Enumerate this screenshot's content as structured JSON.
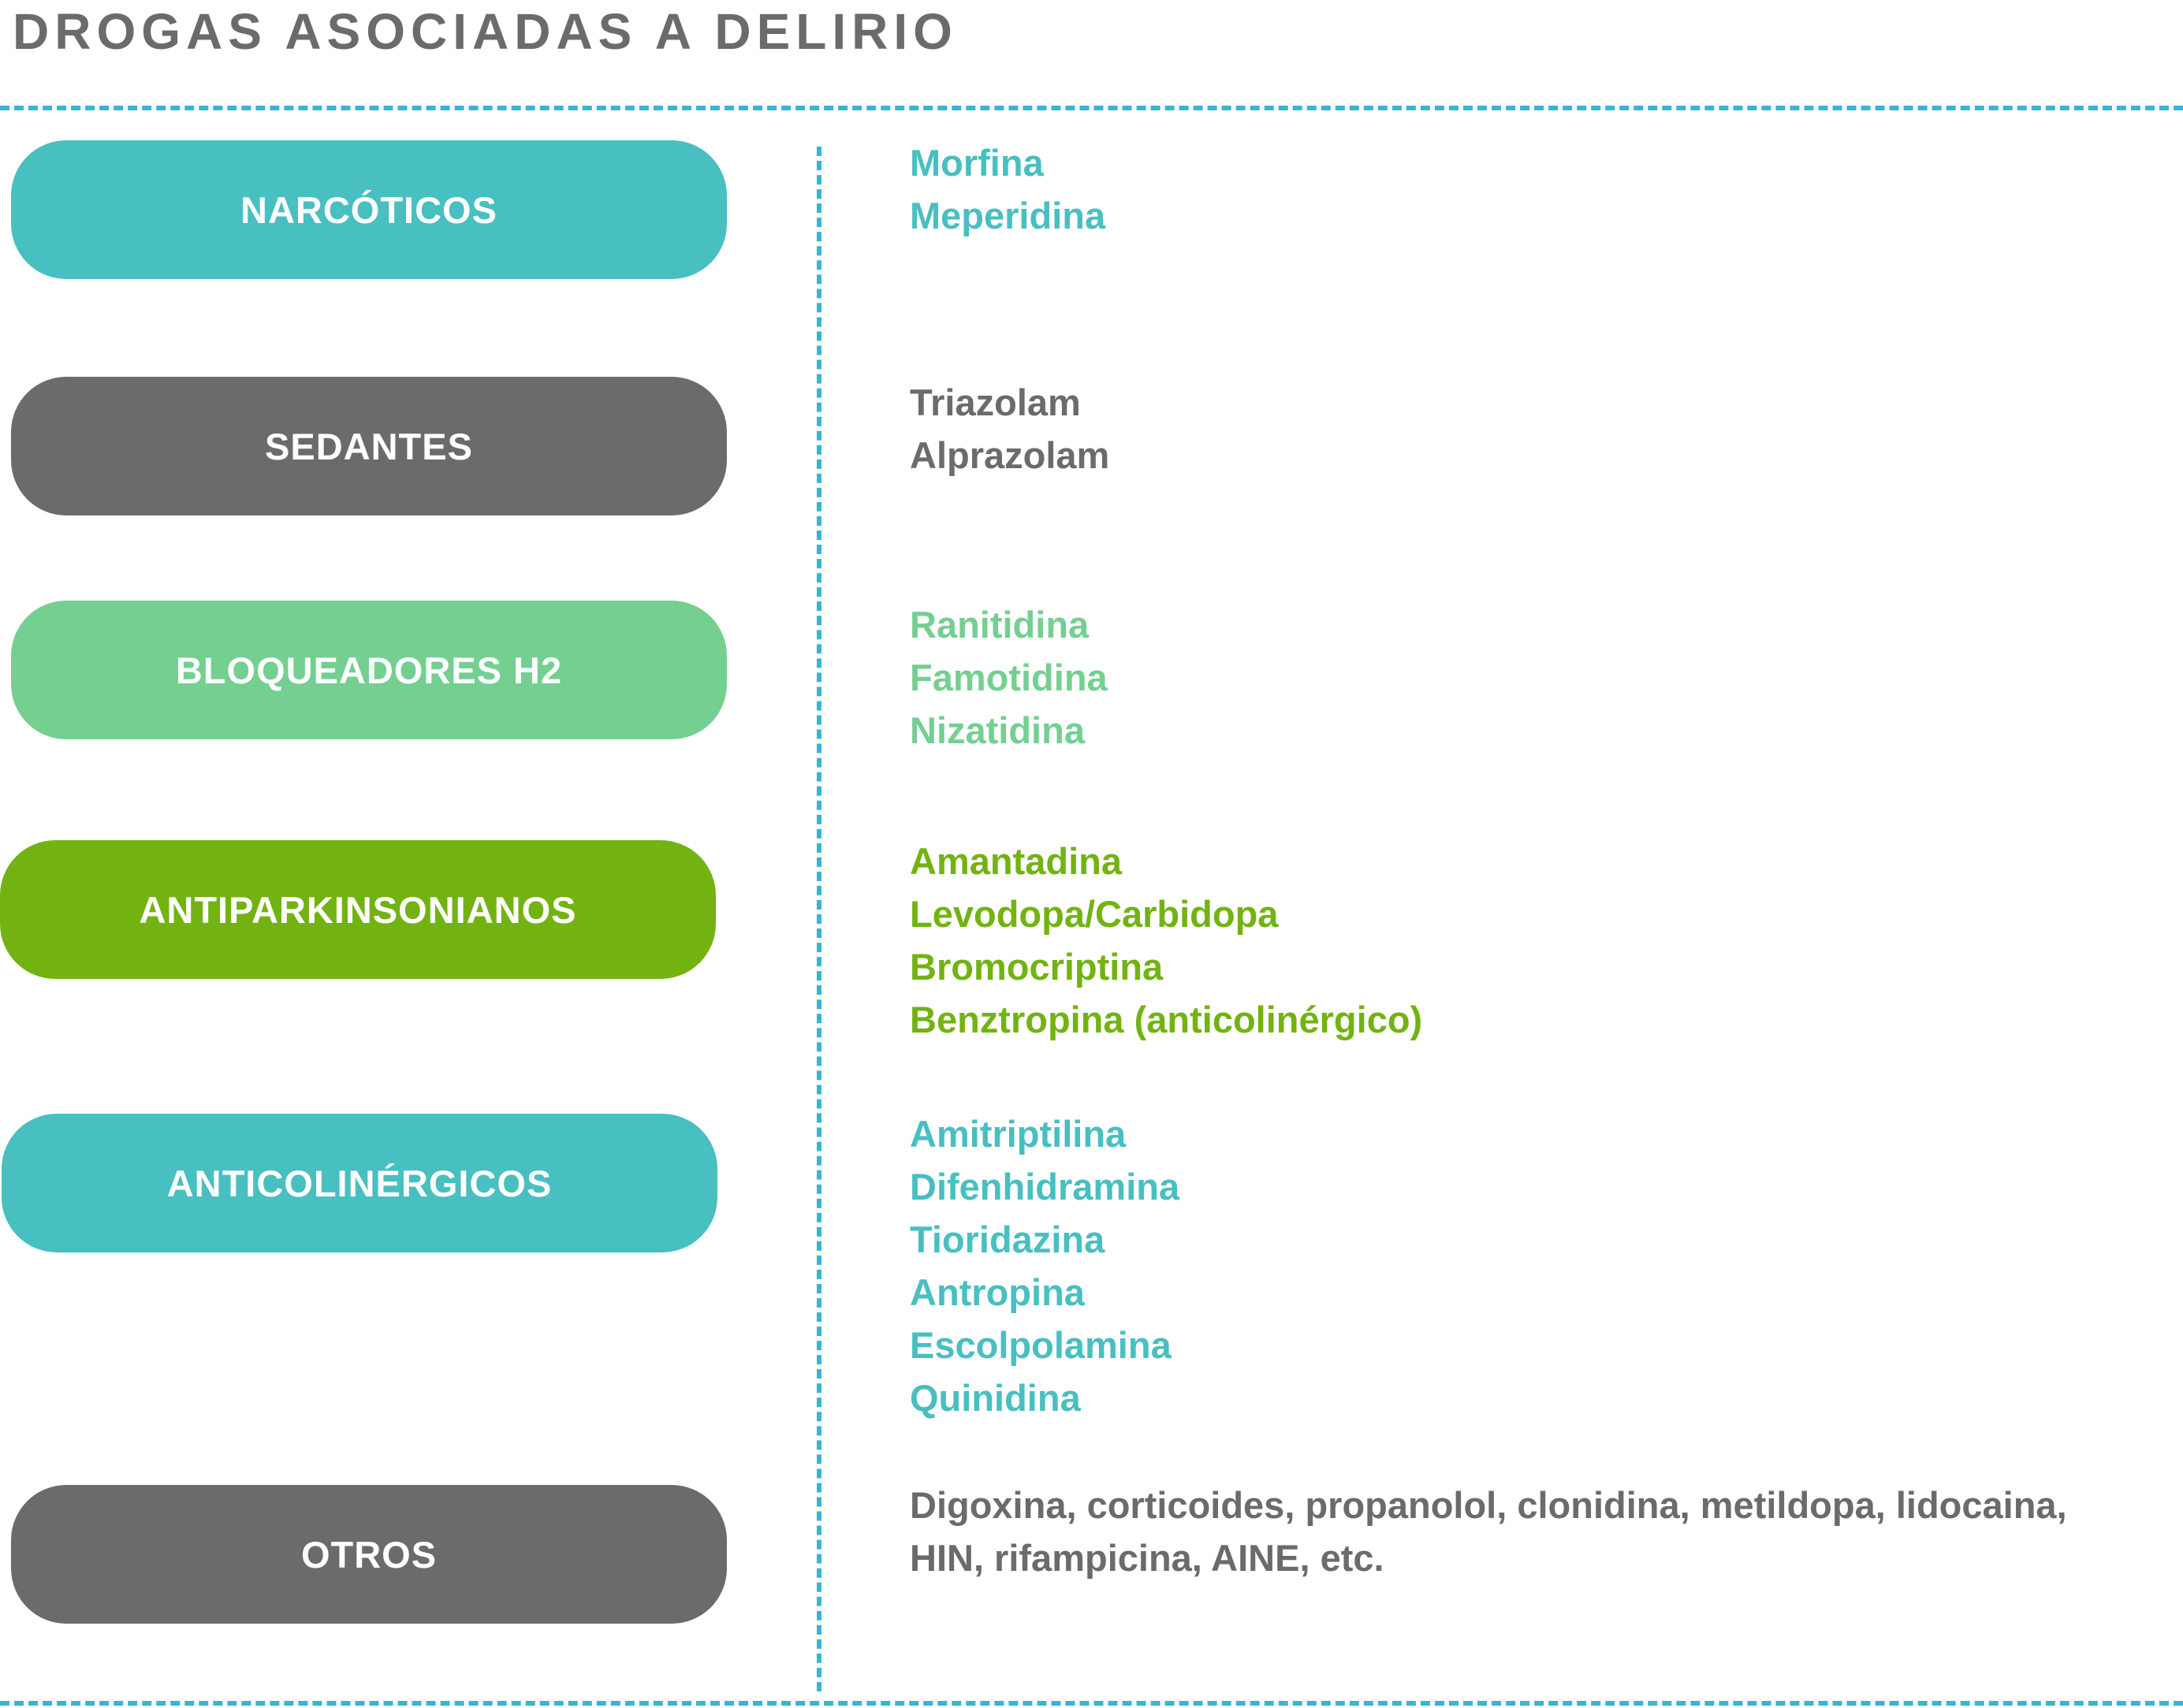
{
  "title": "DROGAS ASOCIADAS A DELIRIO",
  "colors": {
    "accent_line": "#3bb3d6",
    "title_text": "#6b6b6b"
  },
  "groups": [
    {
      "label": "NARCÓTICOS",
      "color": "#48bfc0",
      "text_color": "#48bfc0",
      "drugs": [
        "Morfina",
        "Meperidina"
      ]
    },
    {
      "label": "SEDANTES",
      "color": "#6b6b6b",
      "text_color": "#6b6b6b",
      "drugs": [
        "Triazolam",
        "Alprazolam"
      ]
    },
    {
      "label": "BLOQUEADORES H2",
      "color": "#74cf91",
      "text_color": "#74cf91",
      "drugs": [
        "Ranitidina",
        "Famotidina",
        "Nizatidina"
      ]
    },
    {
      "label": "ANTIPARKINSONIANOS",
      "color": "#72b312",
      "text_color": "#72b312",
      "drugs": [
        "Amantadina",
        "Levodopa/Carbidopa",
        "Bromocriptina",
        "Benztropina (anticolinérgico)"
      ]
    },
    {
      "label": "ANTICOLINÉRGICOS",
      "color": "#48bfc0",
      "text_color": "#48bfc0",
      "drugs": [
        "Amitriptilina",
        "Difenhidramina",
        "Tioridazina",
        "Antropina",
        "Escolpolamina",
        "Quinidina"
      ]
    },
    {
      "label": "OTROS",
      "color": "#6b6b6b",
      "text_color": "#6b6b6b",
      "text": "Digoxina, corticoides, propanolol, clonidina, metildopa, lidocaina, HIN, rifampicina, AINE, etc."
    }
  ]
}
